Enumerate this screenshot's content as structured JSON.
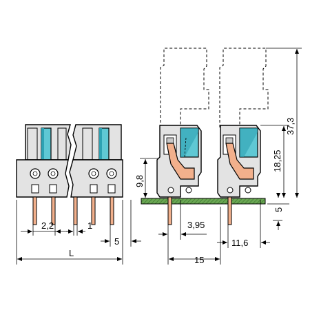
{
  "colors": {
    "housing": "#e3e3e3",
    "housing_dark": "#c9c9c9",
    "lever": "#5fc8d4",
    "lever_dark": "#2ea2b3",
    "contact": "#f2b08c",
    "pcb": "#6aa653",
    "pcb_hatch": "#3f7a32",
    "outline": "#000000"
  },
  "dimensions": {
    "pitch": "2,2",
    "pin_width": "1",
    "pin_length": "5",
    "total_length": "L",
    "height_9_8": "9,8",
    "offset_3_95": "3,95",
    "width_15": "15",
    "width_11_6": "11,6",
    "height_18_25": "18,25",
    "height_37_3": "37,3",
    "pcb_5": "5"
  }
}
